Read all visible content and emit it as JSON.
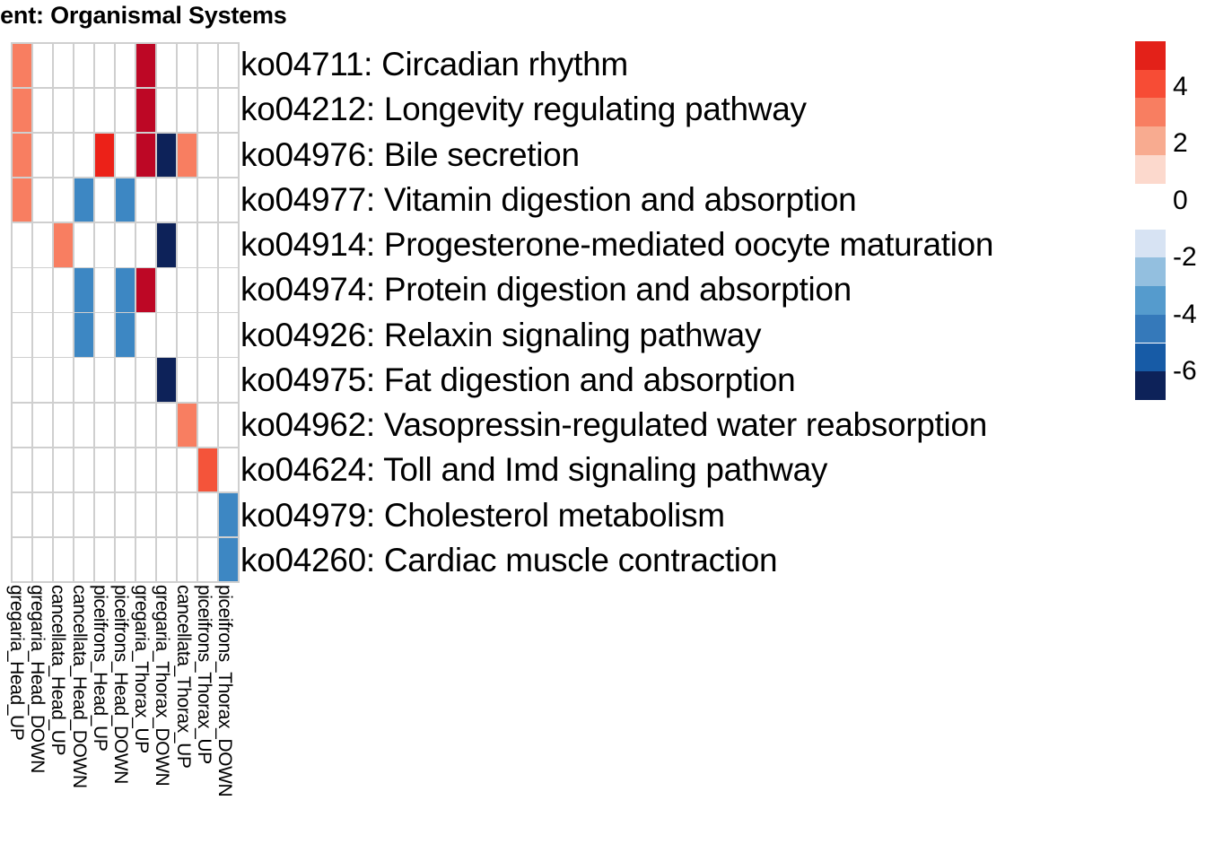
{
  "title": "hment: Organismal Systems",
  "chart_data": {
    "type": "heatmap",
    "title": "hment: Organismal Systems",
    "xlabel": "",
    "ylabel": "",
    "grid": true,
    "legend_position": "right",
    "colorbar": {
      "ticks": [
        4,
        2,
        0,
        -2,
        -4,
        -6
      ],
      "tick_labels": [
        "4",
        "2",
        "0",
        "-2",
        "-4",
        "-6"
      ],
      "range": [
        -7,
        5.6
      ],
      "gap_at_zero": true,
      "positive_colors": [
        "#e32119",
        "#f74c35",
        "#f87e61",
        "#f8ab90",
        "#fcd9cd"
      ],
      "negative_colors": [
        "#d7e3f3",
        "#93bfdf",
        "#559bcd",
        "#3579ba",
        "#175ba6",
        "#0d2259"
      ]
    },
    "columns": [
      "gregaria_Head_UP",
      "gregaria_Head_DOWN",
      "cancellata_Head_UP",
      "cancellata_Head_DOWN",
      "piceifrons_Head_UP",
      "piceifrons_Head_DOWN",
      "gregaria_Thorax_UP",
      "gregaria_Thorax_DOWN",
      "cancellata_Thorax_UP",
      "piceifrons_Thorax_UP",
      "piceifrons_Thorax_DOWN"
    ],
    "rows": [
      "ko04711: Circadian rhythm",
      "ko04212: Longevity regulating pathway",
      "ko04976: Bile secretion",
      "ko04977: Vitamin digestion and absorption",
      "ko04914: Progesterone-mediated oocyte maturation",
      "ko04974: Protein digestion and absorption",
      "ko04926: Relaxin signaling pathway",
      "ko04975: Fat digestion and absorption",
      "ko04962: Vasopressin-regulated water reabsorption",
      "ko04624: Toll and Imd signaling pathway",
      "ko04979: Cholesterol metabolism",
      "ko04260: Cardiac muscle contraction"
    ],
    "values": [
      [
        3.0,
        null,
        null,
        null,
        null,
        null,
        5.2,
        null,
        null,
        null,
        null
      ],
      [
        3.0,
        null,
        null,
        null,
        null,
        null,
        5.2,
        null,
        null,
        null,
        null
      ],
      [
        3.0,
        null,
        null,
        null,
        4.4,
        null,
        5.2,
        -6.5,
        3.0,
        null,
        null
      ],
      [
        3.0,
        null,
        null,
        -3.8,
        null,
        -3.8,
        null,
        null,
        null,
        null,
        null
      ],
      [
        null,
        null,
        3.0,
        null,
        null,
        null,
        null,
        -6.5,
        null,
        null,
        null
      ],
      [
        null,
        null,
        null,
        -3.8,
        null,
        -3.8,
        5.2,
        null,
        null,
        null,
        null
      ],
      [
        null,
        null,
        null,
        -3.8,
        null,
        -3.8,
        null,
        null,
        null,
        null,
        null
      ],
      [
        null,
        null,
        null,
        null,
        null,
        null,
        null,
        -6.5,
        null,
        null,
        null
      ],
      [
        null,
        null,
        null,
        null,
        null,
        null,
        null,
        null,
        3.0,
        null,
        null
      ],
      [
        null,
        null,
        null,
        null,
        null,
        null,
        null,
        null,
        null,
        4.4,
        null
      ],
      [
        null,
        null,
        null,
        null,
        null,
        null,
        null,
        null,
        null,
        null,
        -3.8
      ],
      [
        null,
        null,
        null,
        null,
        null,
        null,
        null,
        null,
        null,
        null,
        -3.8
      ]
    ],
    "cell_colors": [
      [
        "#f87e61",
        null,
        null,
        null,
        null,
        null,
        "#bd0725",
        null,
        null,
        null,
        null
      ],
      [
        "#f87e61",
        null,
        null,
        null,
        null,
        null,
        "#bd0725",
        null,
        null,
        null,
        null
      ],
      [
        "#f87e61",
        null,
        null,
        null,
        "#ec2118",
        null,
        "#bd0725",
        "#0d2259",
        "#f87e61",
        null,
        null
      ],
      [
        "#f87e61",
        null,
        null,
        "#3d87c3",
        null,
        "#3d87c3",
        null,
        null,
        null,
        null,
        null
      ],
      [
        null,
        null,
        "#f87e61",
        null,
        null,
        null,
        null,
        "#0d2259",
        null,
        null,
        null
      ],
      [
        null,
        null,
        null,
        "#3d87c3",
        null,
        "#3d87c3",
        "#bd0725",
        null,
        null,
        null,
        null
      ],
      [
        null,
        null,
        null,
        "#3d87c3",
        null,
        "#3d87c3",
        null,
        null,
        null,
        null,
        null
      ],
      [
        null,
        null,
        null,
        null,
        null,
        null,
        null,
        "#0d2259",
        null,
        null,
        null
      ],
      [
        null,
        null,
        null,
        null,
        null,
        null,
        null,
        null,
        "#f87e61",
        null,
        null
      ],
      [
        null,
        null,
        null,
        null,
        null,
        null,
        null,
        null,
        null,
        "#f4543a",
        null
      ],
      [
        null,
        null,
        null,
        null,
        null,
        null,
        null,
        null,
        null,
        null,
        "#3d87c3"
      ],
      [
        null,
        null,
        null,
        null,
        null,
        null,
        null,
        null,
        null,
        null,
        "#3d87c3"
      ]
    ]
  }
}
